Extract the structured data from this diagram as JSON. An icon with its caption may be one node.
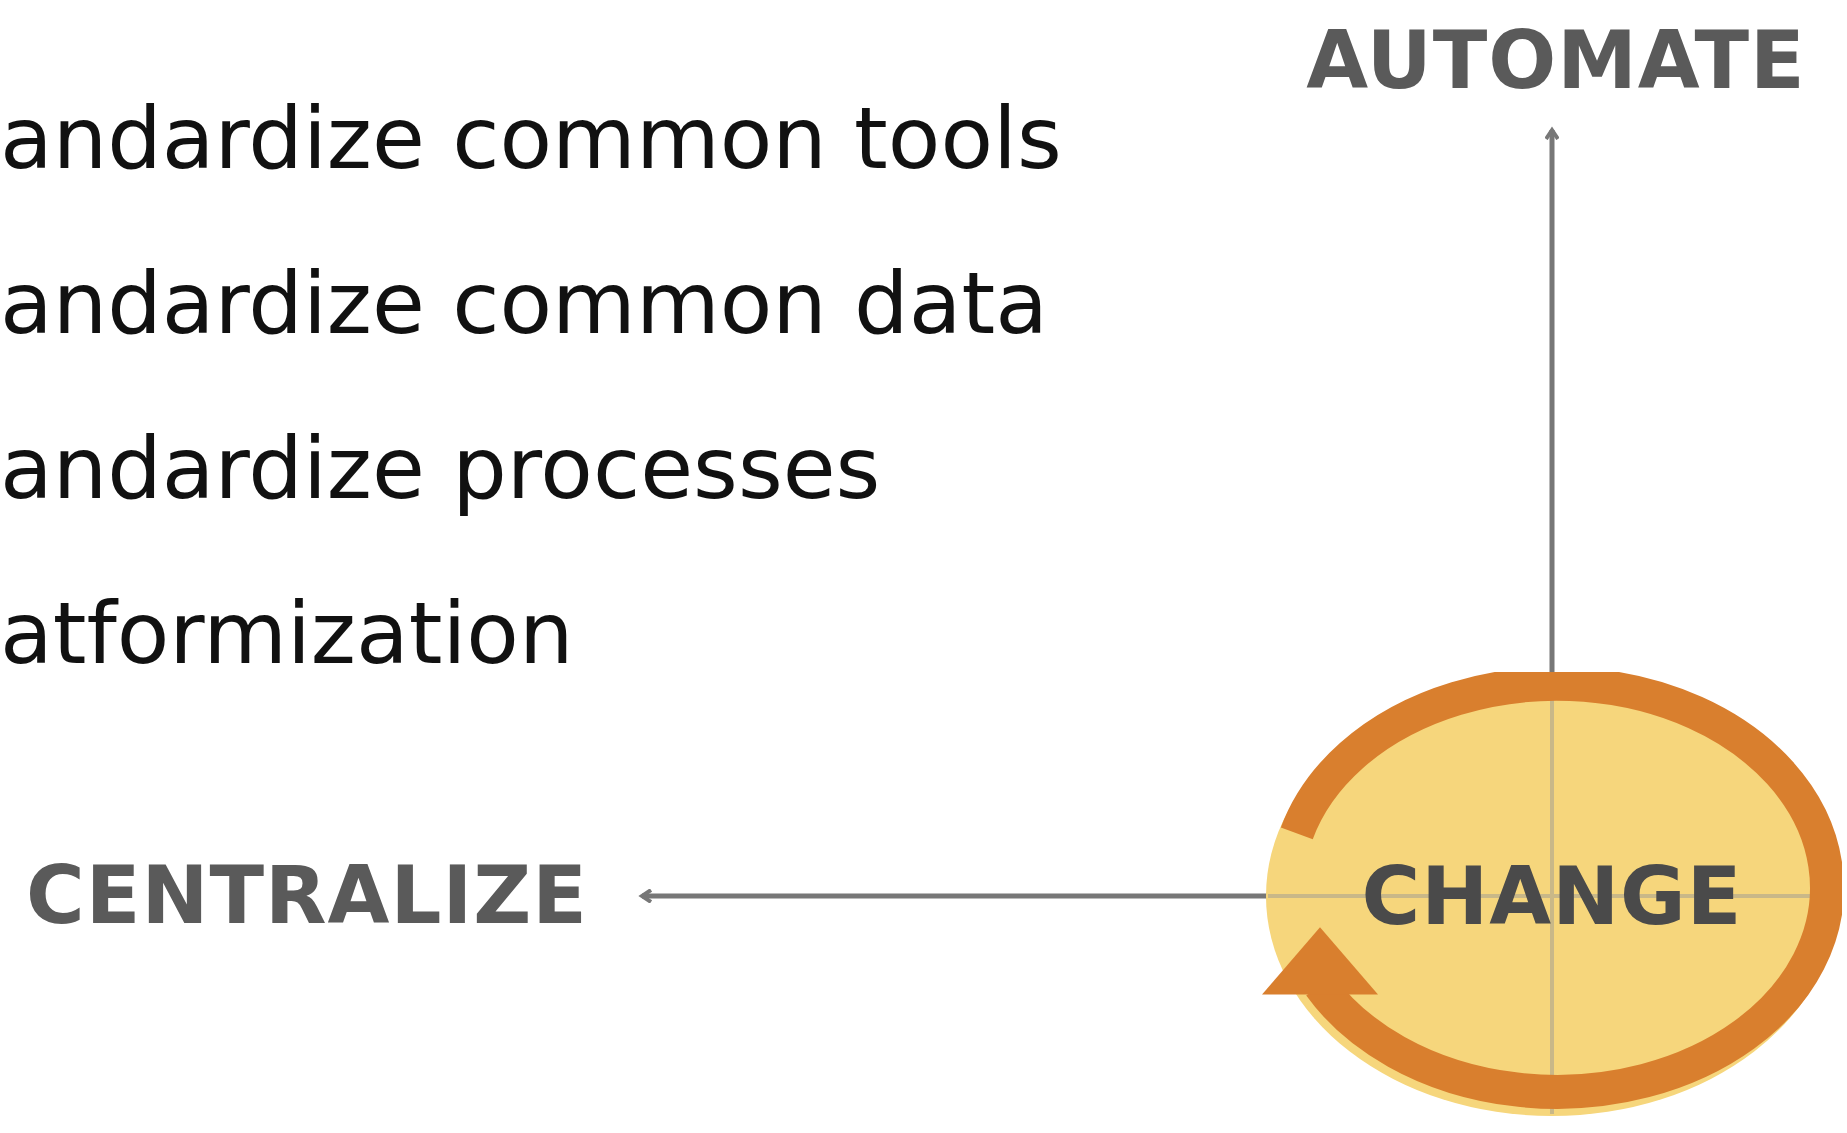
{
  "diagram": {
    "nodes": [
      {
        "text": [
          "AUTOMATE"
        ]
      },
      {
        "text": [
          "CHANGE"
        ]
      },
      {
        "text": [
          "CENTRALIZE"
        ]
      }
    ],
    "edges": [
      {
        "from": 1,
        "to": 0,
        "arrow": "to"
      },
      {
        "from": 1,
        "to": 2,
        "arrow": "to"
      }
    ],
    "labels": [
      "andardize common tools",
      "andardize common data",
      "andardize processes",
      "atformization"
    ]
  }
}
